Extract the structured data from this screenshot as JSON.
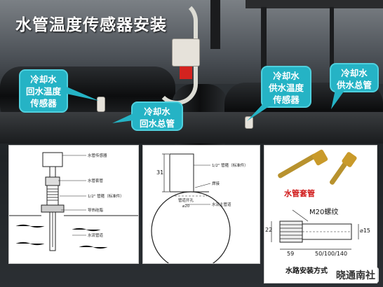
{
  "title": "水管温度传感器安装",
  "callouts": {
    "return_sensor": "冷却水\n回水温度\n传感器",
    "return_main": "冷却水\n回水总管",
    "supply_sensor": "冷却水\n供水温度\n传感器",
    "supply_main": "冷却水\n供水总管"
  },
  "panel_left": {
    "labels": [
      "水管传感器",
      "水管套管",
      "1/2\" 管箍（标准件）",
      "导热硅脂",
      "水流管道"
    ]
  },
  "panel_middle": {
    "dim_31": "31",
    "label_fitting": "1/2\" 管箍（标准件）",
    "label_weld": "焊接",
    "label_hole": "管道开孔",
    "label_dia": "⌀20",
    "label_pipe": "水流主管道"
  },
  "panel_right": {
    "caption": "水管套管",
    "thread": "M20螺纹",
    "dim_22": "22",
    "dim_15": "⌀15",
    "dim_59": "59",
    "dim_len": "50/100/140",
    "footer": "水路安装方式"
  },
  "watermark": "晓通南社",
  "colors": {
    "callout_bg": "#25b3c5",
    "title": "#ffffff",
    "band": "#d4231f"
  }
}
